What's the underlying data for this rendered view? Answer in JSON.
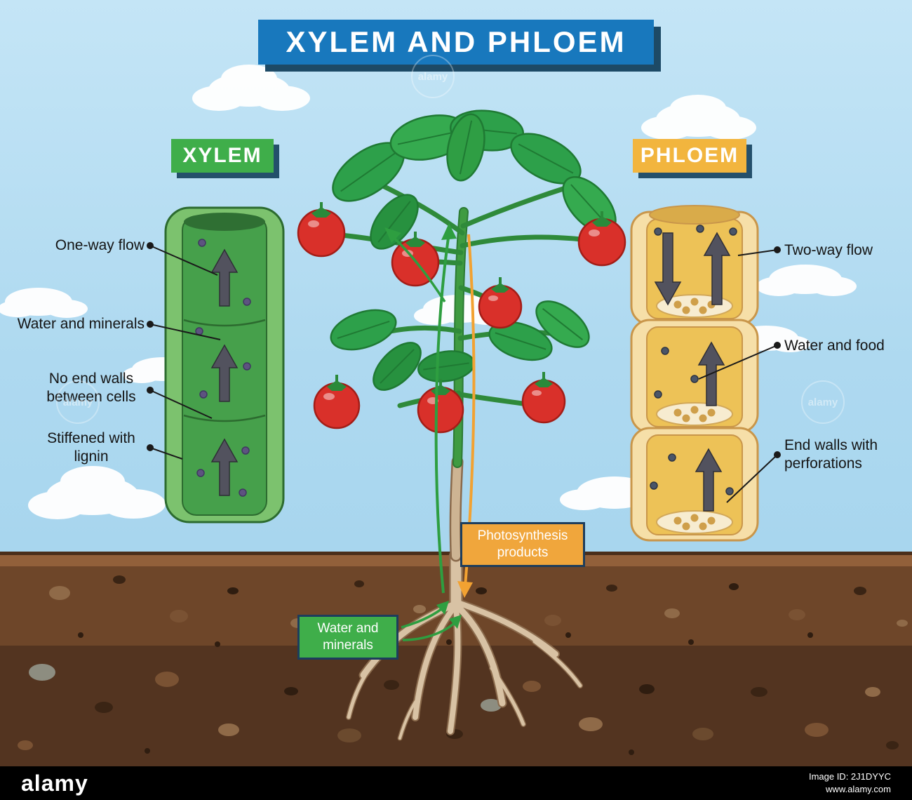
{
  "title": "XYLEM AND PHLOEM",
  "xylem": {
    "heading": "XYLEM",
    "labels": {
      "one_way": "One-way flow",
      "water_minerals": "Water and minerals",
      "no_end_walls": "No end walls between cells",
      "lignin": "Stiffened with lignin"
    }
  },
  "phloem": {
    "heading": "PHLOEM",
    "labels": {
      "two_way": "Two-way flow",
      "water_food": "Water and food",
      "end_walls": "End walls with perforations"
    }
  },
  "plant": {
    "photosynthesis_label": "Photosynthesis products",
    "water_minerals_label": "Water and minerals"
  },
  "watermark": "alamy",
  "footer": {
    "brand": "alamy",
    "image_id": "Image ID: 2J1DYYC",
    "url": "www.alamy.com"
  },
  "colors": {
    "title_bg": "#1878bd",
    "xylem_green": "#3fae4a",
    "phloem_yellow": "#f2b53e",
    "sky": "#aad8ef",
    "soil": "#6e4629",
    "arrow_gray": "#52525e",
    "flow_green": "#2e9e40",
    "flow_orange": "#f2a232"
  }
}
